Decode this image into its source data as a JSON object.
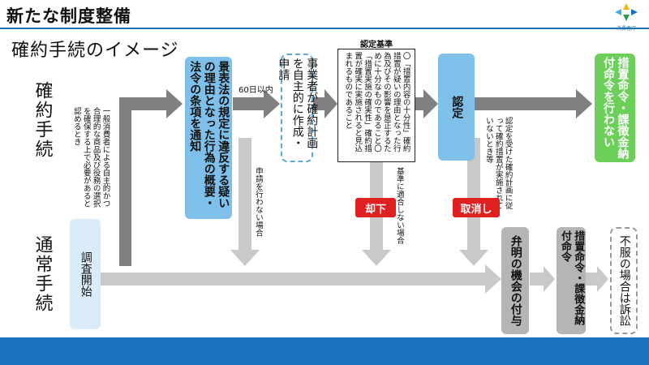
{
  "header": {
    "title": "新たな制度整備",
    "subtitle": "確約手続のイメージ",
    "logo_caption": "消費者庁"
  },
  "rows": {
    "kakuyaku": "確約手続",
    "tsujo": "通常手続"
  },
  "boxes": {
    "investigation": "調査開始",
    "notice": "景表法の規定に違反する疑いの理由となった行為の概要・法令の条項を通知",
    "plan": "事業者が確約計画を自主的に作成・申請",
    "approval": "認定",
    "no_order": "措置命令・課徴金納付命令を行わない",
    "hearing": "弁明の機会の付与",
    "order": "措置命令・課徴金納付命令",
    "appeal": "不服の場合は訴訟"
  },
  "criteria": {
    "heading": "認定基準",
    "text": "〇「措置内容の十分性」確約措置が疑いの理由となった行為及びその影響を是正するために十分なものであること〇「措置実施の確実性」確約措置が確実に実施されると見込まれるものであること"
  },
  "notes": {
    "condition": "一般消費者による自主的かつ合理的な商品及び役務の選択を確保する上で必要があると認めるとき",
    "deadline": "60日以内",
    "no_application": "申請を行わない場合",
    "not_meet": "基準に適合しない場合",
    "not_implemented": "認定を受けた確約計画に従って確約措置が実施されていないとき等"
  },
  "badges": {
    "reject": "却下",
    "revoke": "取消し"
  },
  "colors": {
    "accent_blue": "#1a72bb",
    "box_blue": "#7ec0ea",
    "box_green": "#6ccf5a",
    "arrow_gray": "#8c8c8c",
    "badge_red": "#e02020"
  }
}
